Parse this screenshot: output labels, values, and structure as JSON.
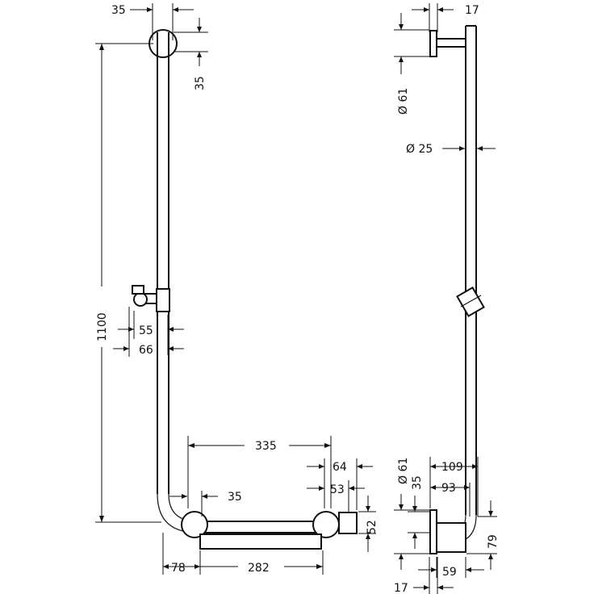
{
  "dimensions": {
    "top_width": "35",
    "top_offset": "35",
    "overall_height": "1100",
    "holder_offset": "55",
    "holder_depth": "66",
    "horizontal_length": "335",
    "corner_offset": "35",
    "base_length": "282",
    "base_left": "78",
    "right_depth": "64",
    "right_inner": "53",
    "right_height": "52",
    "side_top_width": "17",
    "flange_diameter_top": "Ø 61",
    "bar_diameter": "Ø 25",
    "flange_diameter_bottom": "Ø 61",
    "side_bottom_offset": "35",
    "side_depth": "109",
    "side_inner_depth": "93",
    "side_bottom_height": "79",
    "side_bottom_width": "59",
    "side_bottom_flange": "17"
  }
}
